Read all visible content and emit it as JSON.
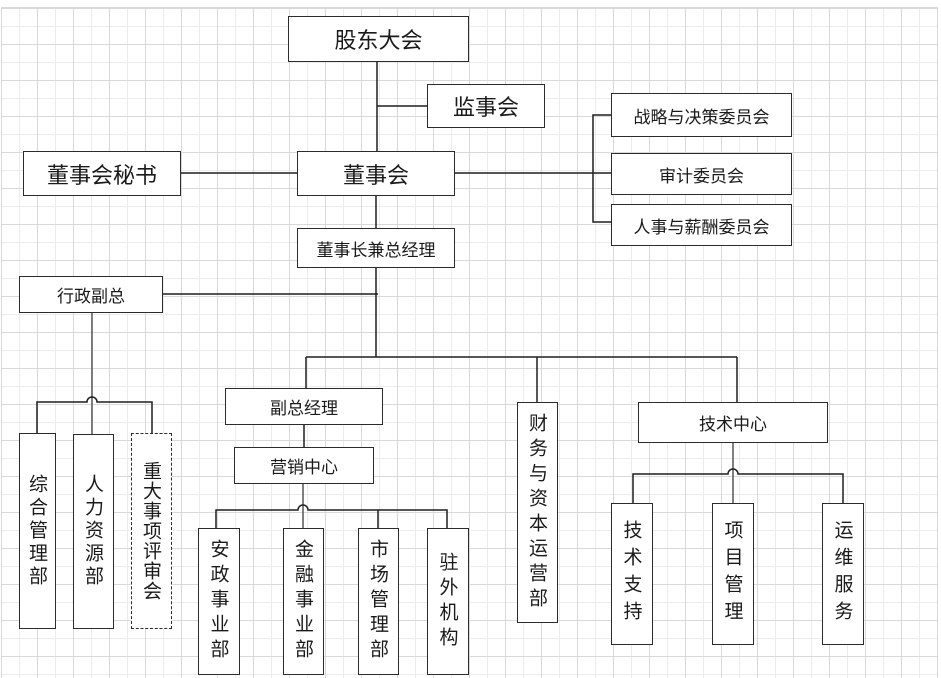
{
  "diagram": {
    "type": "org-chart",
    "nodes": {
      "shareholders_meeting": "股东大会",
      "supervisory_board": "监事会",
      "board_secretary": "董事会秘书",
      "board_of_directors": "董事会",
      "strategy_committee": "战略与决策委员会",
      "audit_committee": "审计委员会",
      "hr_compensation_committee": "人事与薪酬委员会",
      "chairman_ceo": "董事长兼总经理",
      "admin_vp": "行政副总",
      "general_management_dept": "综合管理部",
      "hr_dept": "人力资源部",
      "major_review_committee": "重大事项评审会",
      "deputy_gm": "副总经理",
      "marketing_center": "营销中心",
      "security_business_dept": "安政事业部",
      "finance_business_dept": "金融事业部",
      "market_management_dept": "市场管理部",
      "overseas_offices": "驻外机构",
      "finance_capital_dept": "财务与资本运营部",
      "tech_center": "技术中心",
      "tech_support": "技术支持",
      "project_management": "项目管理",
      "operations_service": "运维服务"
    },
    "edges": [
      [
        "shareholders_meeting",
        "board_of_directors"
      ],
      [
        "shareholders_meeting",
        "supervisory_board"
      ],
      [
        "board_of_directors",
        "board_secretary"
      ],
      [
        "board_of_directors",
        "strategy_committee"
      ],
      [
        "board_of_directors",
        "audit_committee"
      ],
      [
        "board_of_directors",
        "hr_compensation_committee"
      ],
      [
        "board_of_directors",
        "chairman_ceo"
      ],
      [
        "chairman_ceo",
        "admin_vp"
      ],
      [
        "admin_vp",
        "general_management_dept"
      ],
      [
        "admin_vp",
        "hr_dept"
      ],
      [
        "admin_vp",
        "major_review_committee"
      ],
      [
        "chairman_ceo",
        "deputy_gm"
      ],
      [
        "chairman_ceo",
        "finance_capital_dept"
      ],
      [
        "chairman_ceo",
        "tech_center"
      ],
      [
        "deputy_gm",
        "marketing_center"
      ],
      [
        "marketing_center",
        "security_business_dept"
      ],
      [
        "marketing_center",
        "finance_business_dept"
      ],
      [
        "marketing_center",
        "market_management_dept"
      ],
      [
        "marketing_center",
        "overseas_offices"
      ],
      [
        "tech_center",
        "tech_support"
      ],
      [
        "tech_center",
        "project_management"
      ],
      [
        "tech_center",
        "operations_service"
      ]
    ],
    "dashed_nodes": [
      "major_review_committee"
    ]
  }
}
